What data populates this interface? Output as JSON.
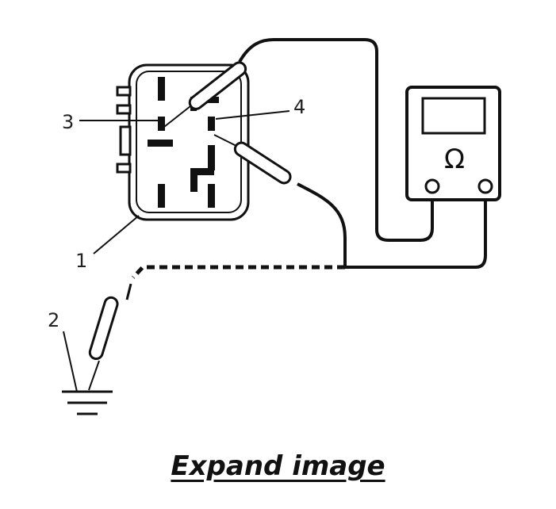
{
  "callouts": {
    "relay": "1",
    "ground": "2",
    "terminal_3": "3",
    "terminal_4": "4"
  },
  "meter": {
    "symbol": "Ω"
  },
  "expand_link": {
    "label": "Expand image"
  },
  "colors": {
    "ink": "#111111",
    "background": "#ffffff"
  }
}
